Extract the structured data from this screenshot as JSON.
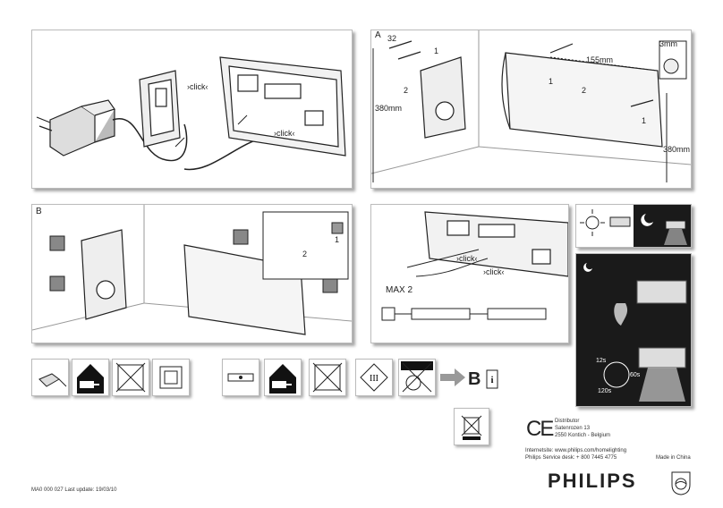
{
  "panel1": {
    "click_top": "›click‹",
    "click_bottom": "›click‹"
  },
  "panelA": {
    "letter": "A",
    "dim_32": "32",
    "dim_155": "155mm",
    "dim_3": "3mm",
    "dim_380_left": "380mm",
    "dim_380_right": "380mm",
    "step1a": "1",
    "step1b": "1",
    "step1c": "1",
    "step2a": "2",
    "step2b": "2"
  },
  "panelB": {
    "letter": "B",
    "step1": "1",
    "step2": "2"
  },
  "panelMax": {
    "click_top": "›click‹",
    "click_bottom": "›click‹",
    "max_label": "MAX 2"
  },
  "panelSensor": {
    "t12": "12s",
    "t60": "60s",
    "t120": "120s"
  },
  "bottom": {
    "arrow_target": "B"
  },
  "distributor": {
    "line1": "Distributor",
    "line2": "Satenrozen 13",
    "line3": "2550 Kontich - Belgium",
    "web": "Internetsite: www.philips.com/homelighting",
    "service": "Philips Service desk: + 800 7445 4775"
  },
  "made_in": "Made in China",
  "brand": "PHILIPS",
  "doc_code": "MA0 000 027 Last update: 19/03/10",
  "ce_mark": "CE"
}
